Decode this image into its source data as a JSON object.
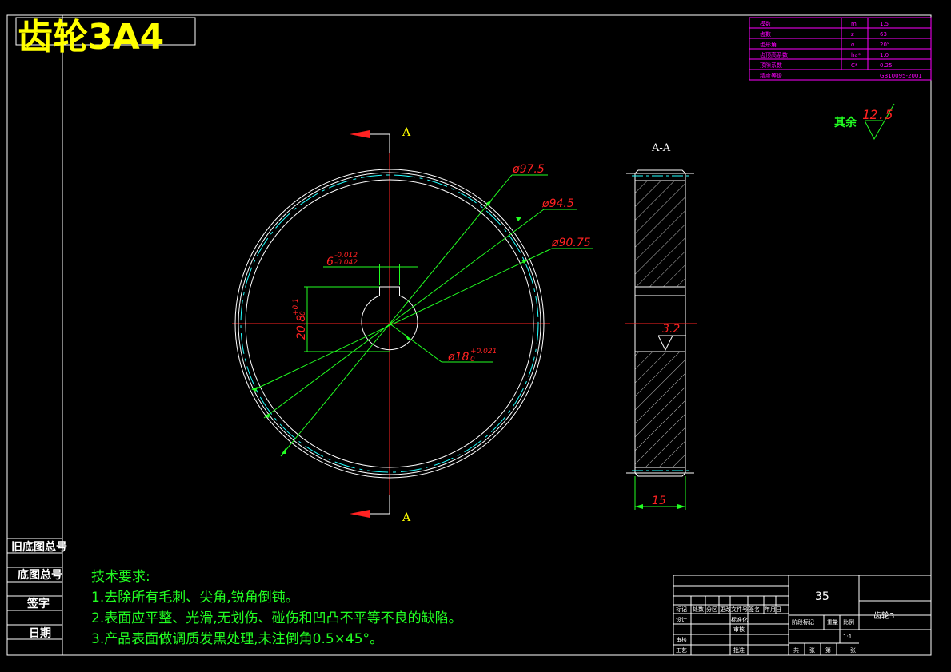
{
  "title": "齿轮3A4",
  "section_marker": "A",
  "section_view_label": "A-A",
  "dimensions": {
    "d_outer": "ø97.5",
    "d_pitch": "ø94.5",
    "d_root": "ø90.75",
    "keyway_width": "6",
    "keyway_width_upper": "-0.012",
    "keyway_width_lower": "-0.042",
    "key_depth": "20.8",
    "key_depth_upper": "+0.1",
    "key_depth_lower": "0",
    "bore": "ø18",
    "bore_upper": "+0.021",
    "bore_lower": "0",
    "face_width": "15"
  },
  "surface_finish": {
    "rest_label": "其余",
    "rest_value": "12.5",
    "bore_value": "3.2"
  },
  "param_table": {
    "rows": [
      {
        "name": "模数",
        "symbol": "m",
        "value": "1.5"
      },
      {
        "name": "齿数",
        "symbol": "z",
        "value": "63"
      },
      {
        "name": "齿形角",
        "symbol": "α",
        "value": "20°"
      },
      {
        "name": "齿顶高系数",
        "symbol": "ha*",
        "value": "1.0"
      },
      {
        "name": "顶隙系数",
        "symbol": "C*",
        "value": "0.25"
      },
      {
        "name": "精度等级",
        "symbol": "",
        "value": "GB10095-2001"
      }
    ]
  },
  "left_strip": {
    "old_drawing_no": "旧底图总号",
    "drawing_no": "底图总号",
    "signature": "签字",
    "date": "日期"
  },
  "tech_requirements": {
    "heading": "技术要求:",
    "items": [
      "1.去除所有毛刺、尖角,锐角倒钝。",
      "2.表面应平整、光滑,无划伤、碰伤和凹凸不平等不良的缺陷。",
      "3.产品表面做调质发黑处理,未注倒角0.5×45°。"
    ]
  },
  "title_block": {
    "material": "35",
    "part_name": "齿轮3",
    "scale": "1:1",
    "rev_headers": [
      "标记",
      "处数",
      "分区",
      "更改文件号",
      "签名",
      "年月日"
    ],
    "row_design": "设计",
    "row_std": "标准化",
    "row_check": "审核",
    "row_process": "工艺",
    "row_approve": "批准",
    "row_review": "审核",
    "stage_headers": [
      "阶段标记",
      "重量",
      "比例"
    ],
    "sheet_footer": [
      "共",
      "张",
      "第",
      "张"
    ]
  },
  "colors": {
    "frame": "#ffffff",
    "dimension": "#ff2222",
    "leader": "#22ff22",
    "table": "#ff00ff",
    "title": "#ffff00",
    "tech": "#22ff22",
    "centerline": "#ff2222",
    "pitch_circle": "#22ffff"
  }
}
